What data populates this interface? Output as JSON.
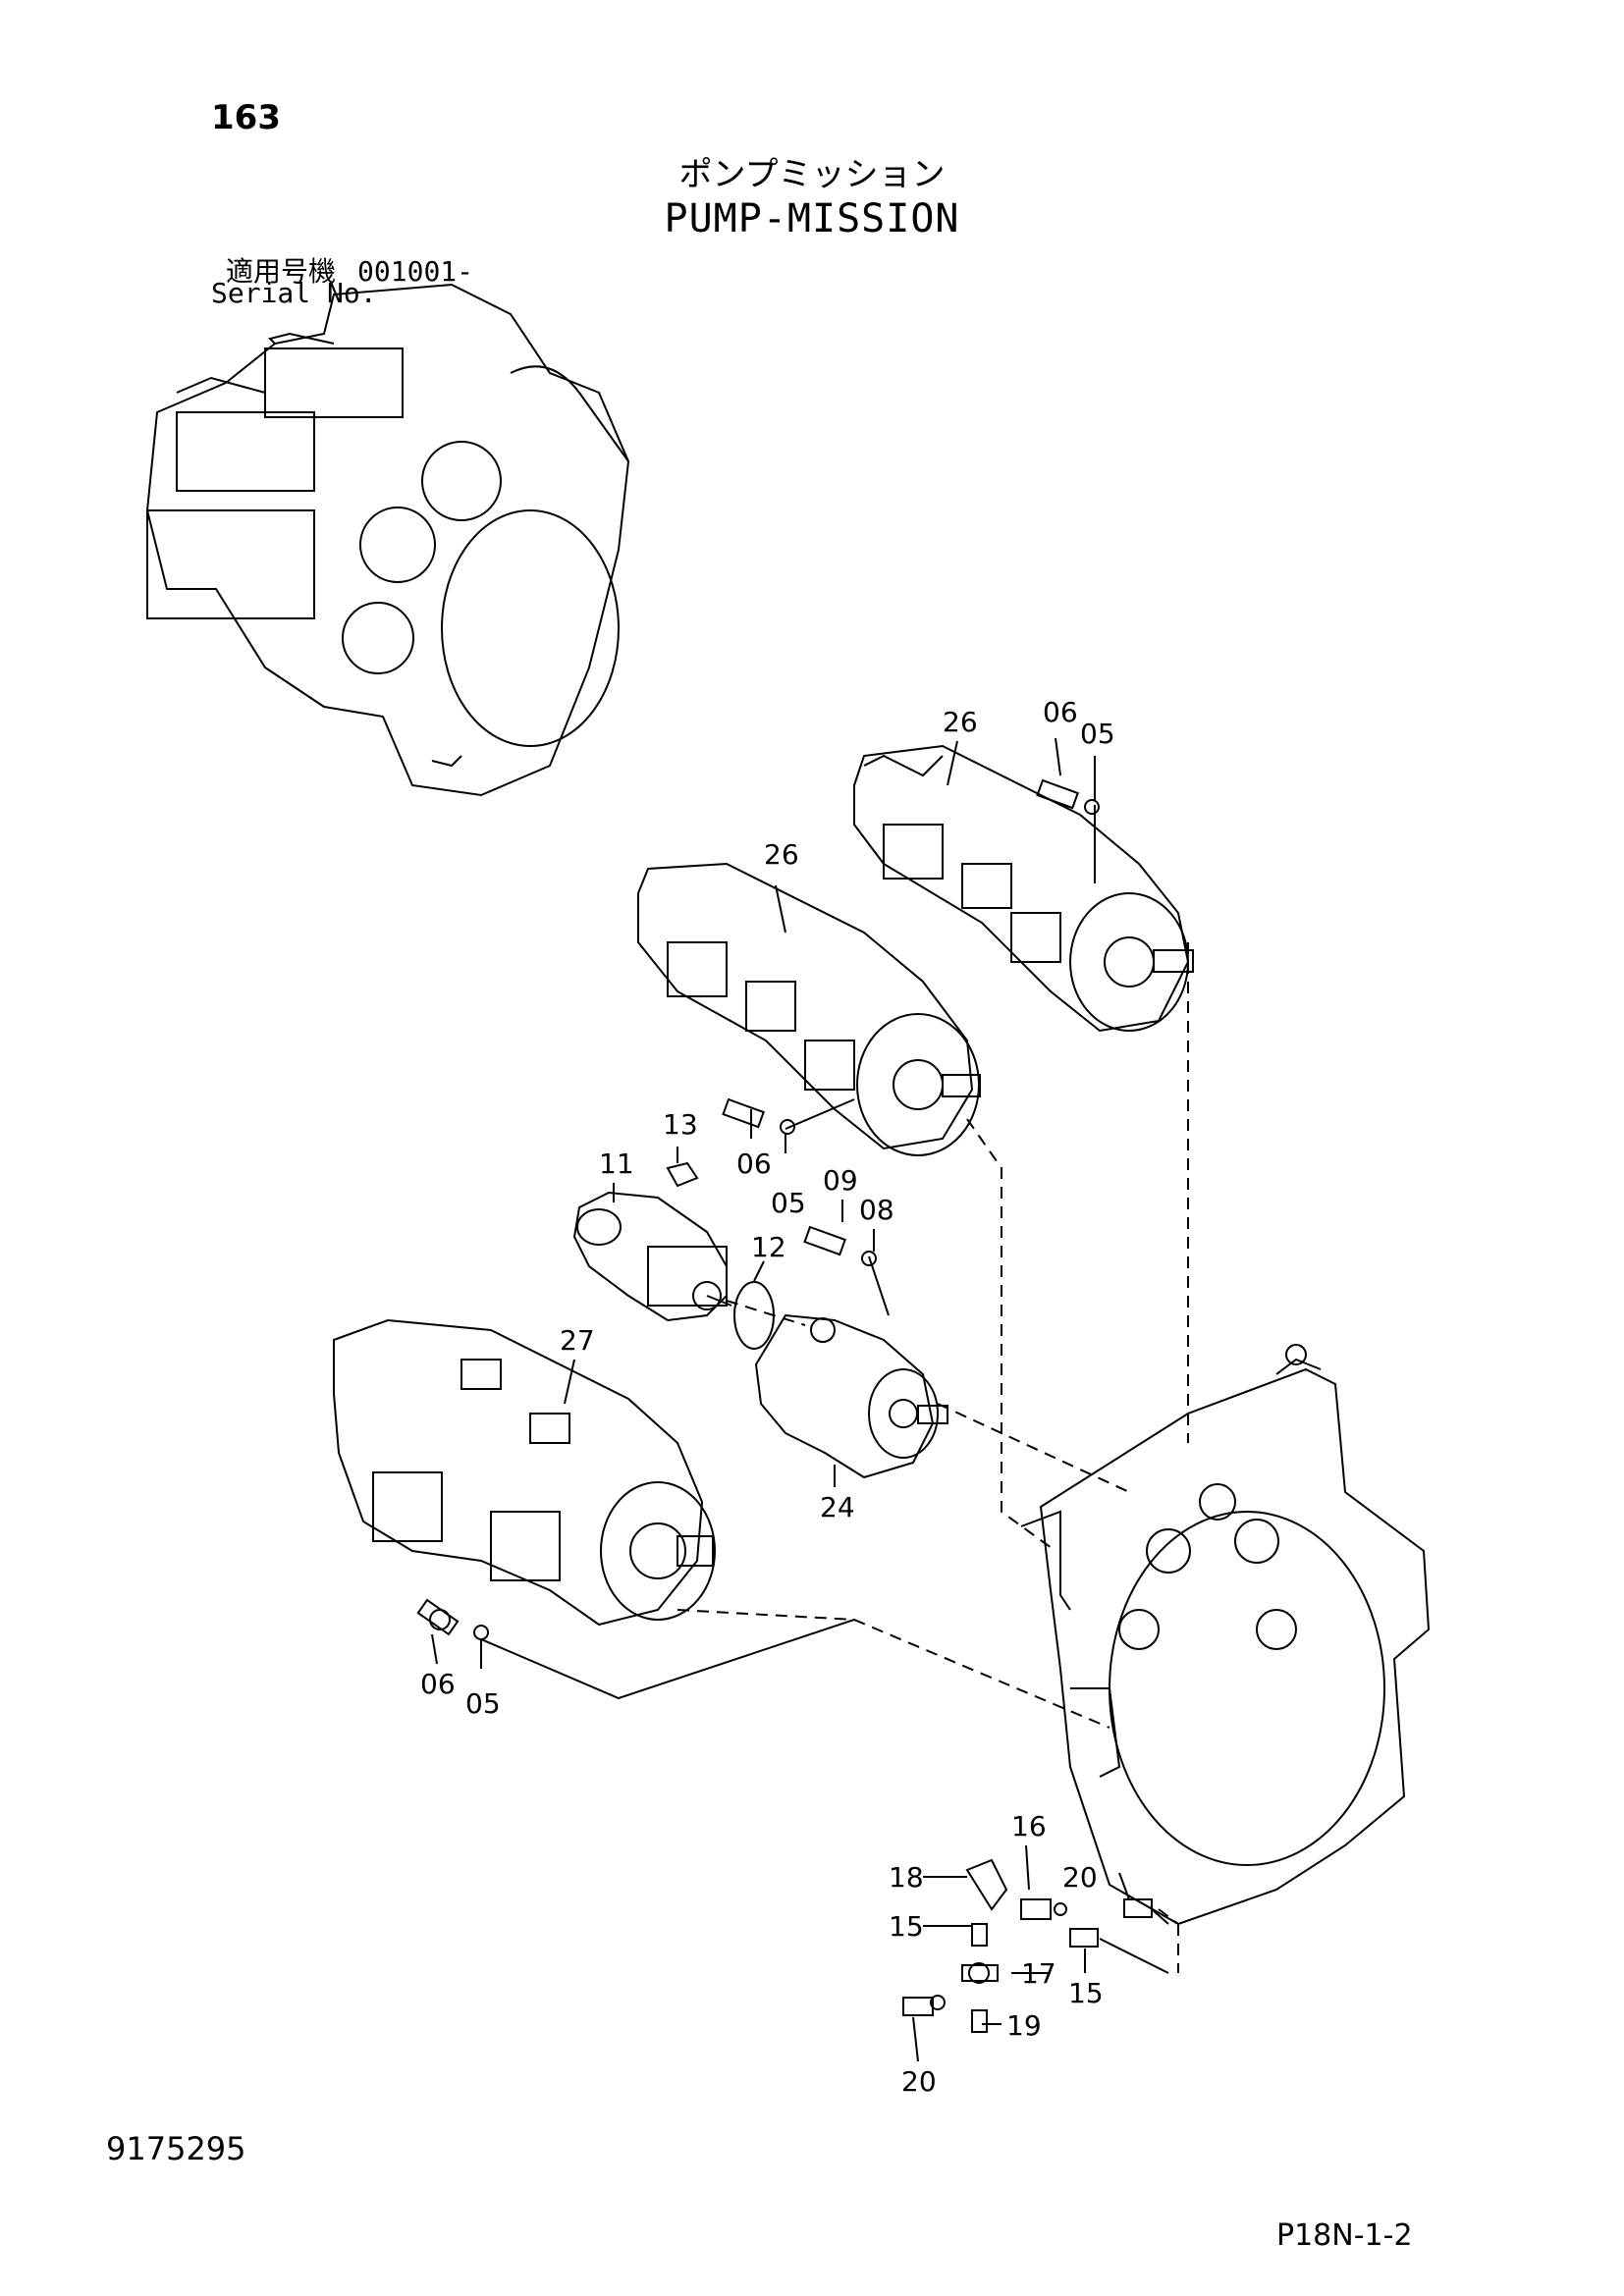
{
  "header": {
    "page_number": "163",
    "title_jp": "ポンプミッション",
    "title_en": "PUMP-MISSION",
    "serial_label_jp": "適用号機",
    "serial_value": "001001-",
    "serial_label_en": "Serial No."
  },
  "footer": {
    "doc_number": "9175295",
    "page_code": "P18N-1-2"
  },
  "callouts": {
    "c26a": "26",
    "c06a": "06",
    "c05a": "05",
    "c26b": "26",
    "c13": "13",
    "c11": "11",
    "c06b": "06",
    "c05b": "05",
    "c09": "09",
    "c08": "08",
    "c12": "12",
    "c27": "27",
    "c24": "24",
    "c06c": "06",
    "c05c": "05",
    "c16": "16",
    "c18": "18",
    "c20a": "20",
    "c15a": "15",
    "c17": "17",
    "c15b": "15",
    "c19": "19",
    "c20b": "20"
  }
}
